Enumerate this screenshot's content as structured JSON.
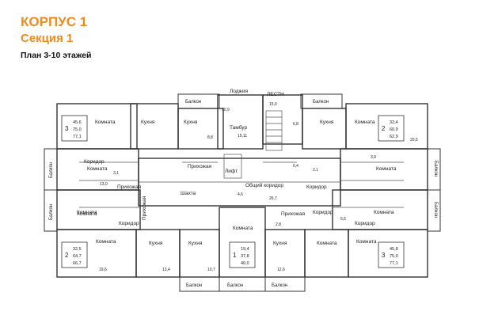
{
  "header": {
    "building": "КОРПУС 1",
    "section": "Секция 1",
    "floors": "План 3-10 этажей"
  },
  "plan": {
    "rooms": [
      {
        "id": "tl-komnata",
        "label": "Комната"
      },
      {
        "id": "tl2-komnata",
        "label": "Комната"
      },
      {
        "id": "tl-kitchen",
        "label": "Кухня"
      },
      {
        "id": "top-kitchen",
        "label": "Кухня"
      },
      {
        "id": "tambur",
        "label": "Тамбур"
      },
      {
        "id": "loggia",
        "label": "Лоджия"
      },
      {
        "id": "lift",
        "label": "ЛЕСТН"
      },
      {
        "id": "tr-kitchen",
        "label": "Кухня"
      },
      {
        "id": "tr-komnata",
        "label": "Комната"
      },
      {
        "id": "r-komnata",
        "label": "Комната"
      },
      {
        "id": "l-komnata",
        "label": "Комната"
      },
      {
        "id": "l-koridor",
        "label": "Коридор"
      },
      {
        "id": "prihozh-l",
        "label": "Прихожая"
      },
      {
        "id": "prihozh-c",
        "label": "Прихожая"
      },
      {
        "id": "shakhta",
        "label": "Шахта"
      },
      {
        "id": "obsh-koridor",
        "label": "Общий коридор"
      },
      {
        "id": "koridor-c",
        "label": "Коридор"
      },
      {
        "id": "koridor-r",
        "label": "Коридор"
      },
      {
        "id": "prihozh-r",
        "label": "Прихожая"
      },
      {
        "id": "lifts",
        "label": "Лифт"
      },
      {
        "id": "bl-komnata",
        "label": "Комната"
      },
      {
        "id": "bl-koridor",
        "label": "Коридор"
      },
      {
        "id": "bl2-komnata",
        "label": "Комната"
      },
      {
        "id": "bl-kitchen",
        "label": "Кухня"
      },
      {
        "id": "b-kitchen",
        "label": "Кухня"
      },
      {
        "id": "b-komnata",
        "label": "Комната"
      },
      {
        "id": "c-komnata",
        "label": "Комната"
      },
      {
        "id": "br-komnata",
        "label": "Комната"
      },
      {
        "id": "br2-komnata",
        "label": "Комната"
      },
      {
        "id": "br-kitchen",
        "label": "Кухня"
      },
      {
        "id": "r-koridor",
        "label": "Коридор"
      },
      {
        "id": "prihozhaya-b",
        "label": "Прихожая"
      }
    ],
    "balconies": [
      {
        "id": "bal-top-l",
        "label": "Балкон"
      },
      {
        "id": "bal-top-r",
        "label": "Балкон"
      },
      {
        "id": "bal-left-1",
        "label": "Балкон"
      },
      {
        "id": "bal-left-2",
        "label": "Балкон"
      },
      {
        "id": "bal-right-1",
        "label": "Балкон"
      },
      {
        "id": "bal-right-2",
        "label": "Балкон"
      },
      {
        "id": "bal-bot-1",
        "label": "Балкон"
      },
      {
        "id": "bal-bot-2",
        "label": "Балкон"
      },
      {
        "id": "bal-bot-3",
        "label": "Балкон"
      }
    ],
    "apartments": [
      {
        "id": "apt-tl",
        "rooms": "3",
        "areas": [
          "45,6",
          "75,0",
          "77,1"
        ]
      },
      {
        "id": "apt-tr",
        "rooms": "2",
        "areas": [
          "32,4",
          "60,9",
          "62,9"
        ]
      },
      {
        "id": "apt-bl",
        "rooms": "2",
        "areas": [
          "32,5",
          "64,7",
          "66,7"
        ]
      },
      {
        "id": "apt-bc",
        "rooms": "1",
        "areas": [
          "19,4",
          "37,8",
          "40,0"
        ]
      },
      {
        "id": "apt-br",
        "rooms": "3",
        "areas": [
          "45,8",
          "75,0",
          "77,1"
        ]
      }
    ],
    "dims": [
      "10,9",
      "15,0",
      "6,8",
      "8,8",
      "15,11",
      "6,4",
      "4,6",
      "10,7",
      "2,1",
      "26,7",
      "2,8",
      "19,6",
      "13,4",
      "12,6",
      "3,1",
      "3,9",
      "13,0",
      "5,6",
      "20,5"
    ]
  }
}
